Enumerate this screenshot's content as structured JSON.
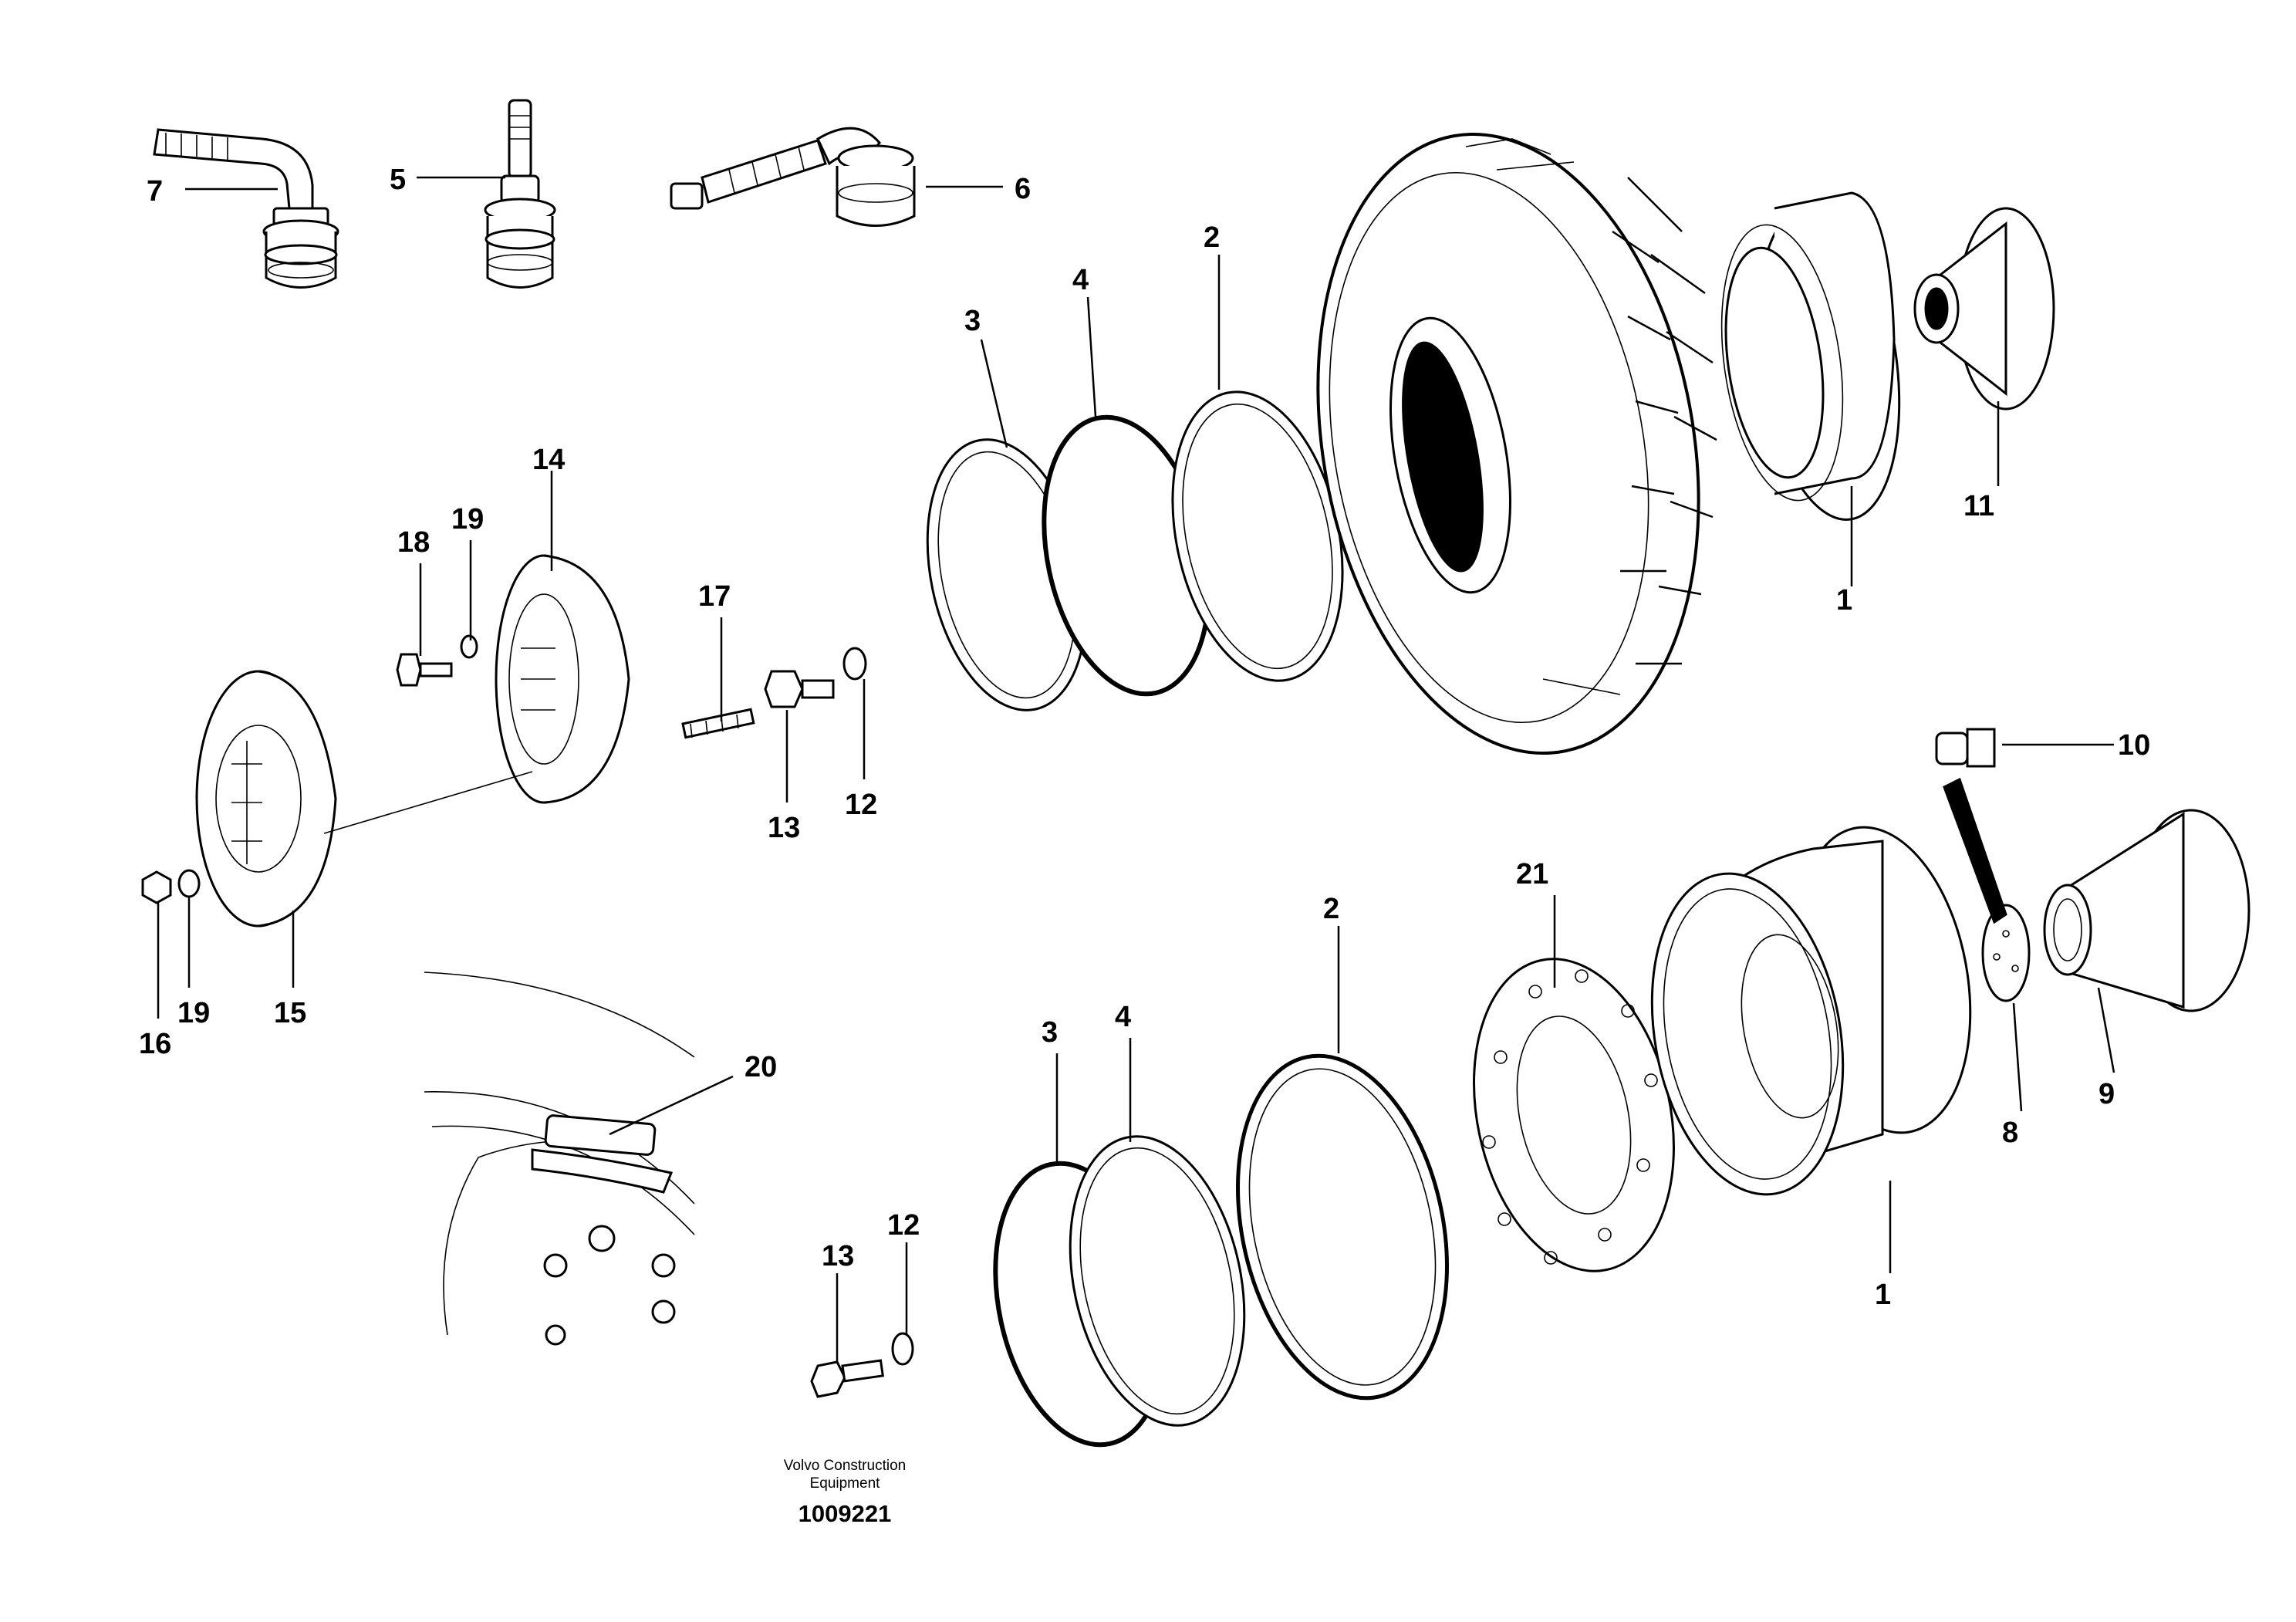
{
  "diagram": {
    "callouts": [
      "1",
      "1",
      "2",
      "2",
      "3",
      "3",
      "4",
      "4",
      "5",
      "6",
      "7",
      "8",
      "9",
      "10",
      "11",
      "12",
      "12",
      "13",
      "13",
      "14",
      "15",
      "16",
      "17",
      "18",
      "19",
      "19",
      "20",
      "21"
    ],
    "footer": {
      "brand_line1": "Volvo Construction",
      "brand_line2": "Equipment",
      "drawing_number": "1009221"
    }
  }
}
